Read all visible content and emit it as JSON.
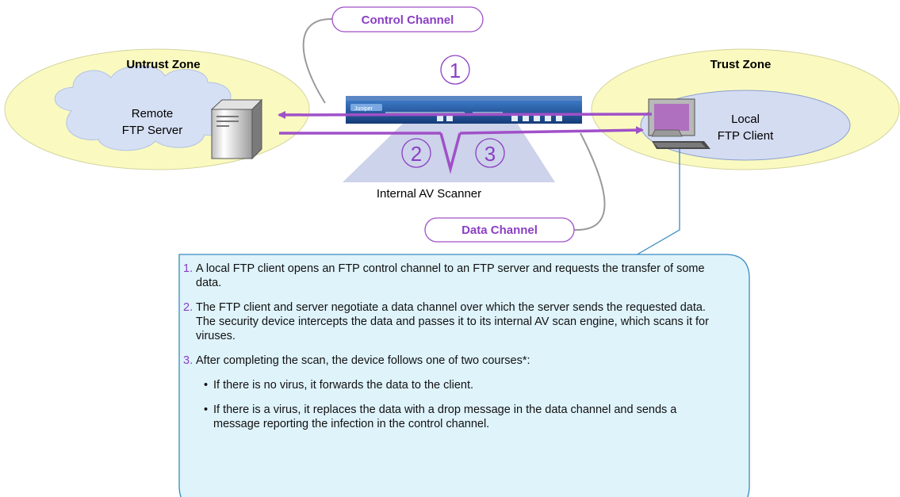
{
  "labels": {
    "control_channel": "Control Channel",
    "data_channel": "Data Channel",
    "untrust_zone": "Untrust Zone",
    "trust_zone": "Trust Zone",
    "remote_server": [
      "Remote",
      "FTP Server"
    ],
    "local_client": [
      "Local",
      "FTP Client"
    ],
    "av_scanner": "Internal AV Scanner",
    "device_brand": "Juniper"
  },
  "step_markers": [
    "1",
    "2",
    "3"
  ],
  "callout": {
    "steps": [
      {
        "num": "1.",
        "text": "A local FTP client opens an FTP control channel to an FTP server and requests the transfer of some data."
      },
      {
        "num": "2.",
        "text": "The FTP client and server negotiate a data channel over which the server sends the requested data. The security device intercepts the data and passes it to its internal AV scan engine, which scans it for viruses."
      },
      {
        "num": "3.",
        "text": "After completing the scan, the device follows one of two courses*:"
      }
    ],
    "bullets": [
      {
        "mark": "•",
        "text": "If there is no virus, it forwards the data to the client."
      },
      {
        "mark": "•",
        "text": "If there is a virus, it replaces the data with a drop message in the data channel and sends a message reporting the infection in the control channel."
      }
    ]
  },
  "colors": {
    "zone_fill": "#fafac0",
    "arrow": "#a050c8",
    "accent_text": "#8a3fc4",
    "device": "#1e4a8c",
    "callout_fill": "#dff3fb",
    "callout_stroke": "#3a8ac0"
  }
}
